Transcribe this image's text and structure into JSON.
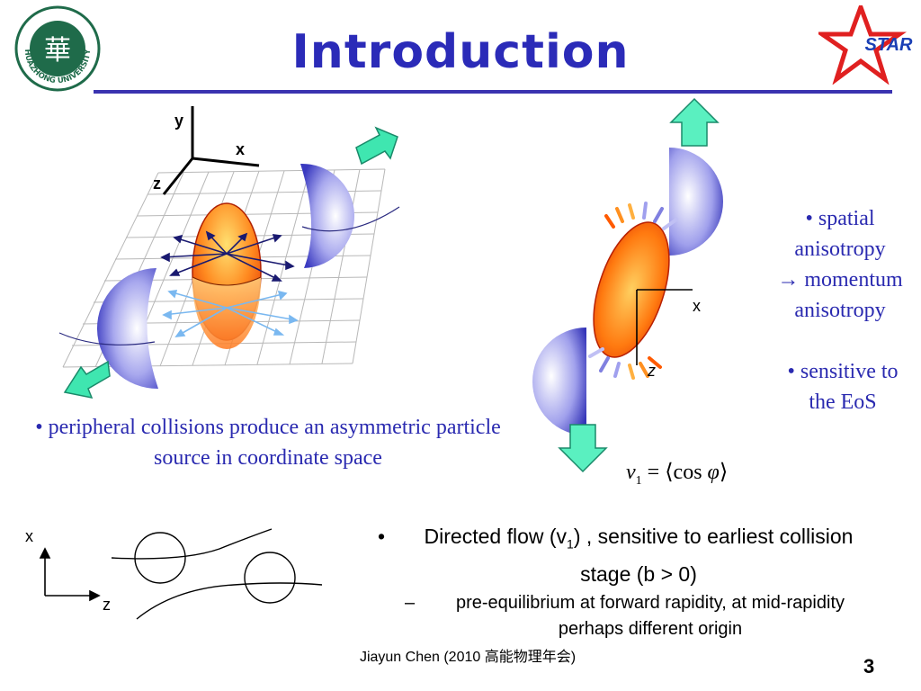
{
  "slide": {
    "title": "Introduction",
    "logo_text": "HUAZHONG UNIVERSITY",
    "star_label": "STAR",
    "left_axes": {
      "y": "y",
      "x": "x",
      "z": "z"
    },
    "right_axes": {
      "x": "x",
      "z": "z"
    },
    "bottom_axes": {
      "x": "x",
      "z": "z"
    },
    "peripheral_text": "• peripheral collisions produce an asymmetric particle source in coordinate space",
    "spatial_lines": [
      "• spatial",
      "anisotropy",
      "→ momentum",
      "anisotropy"
    ],
    "sensitive_lines": [
      "• sensitive to",
      "the EoS"
    ],
    "formula": {
      "v": "v",
      "sub": "1",
      "rest": " =  ⟨cos  ",
      "phi": "φ",
      "close": "⟩"
    },
    "bullet_symbol": "•",
    "directed_pre": "Directed flow (v",
    "directed_sub": "1",
    "directed_post": ") , sensitive to earliest collision stage (b > 0)",
    "dash_symbol": "–",
    "sub_bullet": "pre-equilibrium at forward rapidity, at mid-rapidity perhaps different origin",
    "footer": "Jiayun Chen (2010 高能物理年会)",
    "page_number": "3"
  },
  "colors": {
    "title": "#2b2bb8",
    "text_blue": "#2a2ab0",
    "nucleus": "#5050d0",
    "source": "#ff6a00",
    "arrow_green": "#3fe6b0",
    "star_red": "#e02020"
  }
}
